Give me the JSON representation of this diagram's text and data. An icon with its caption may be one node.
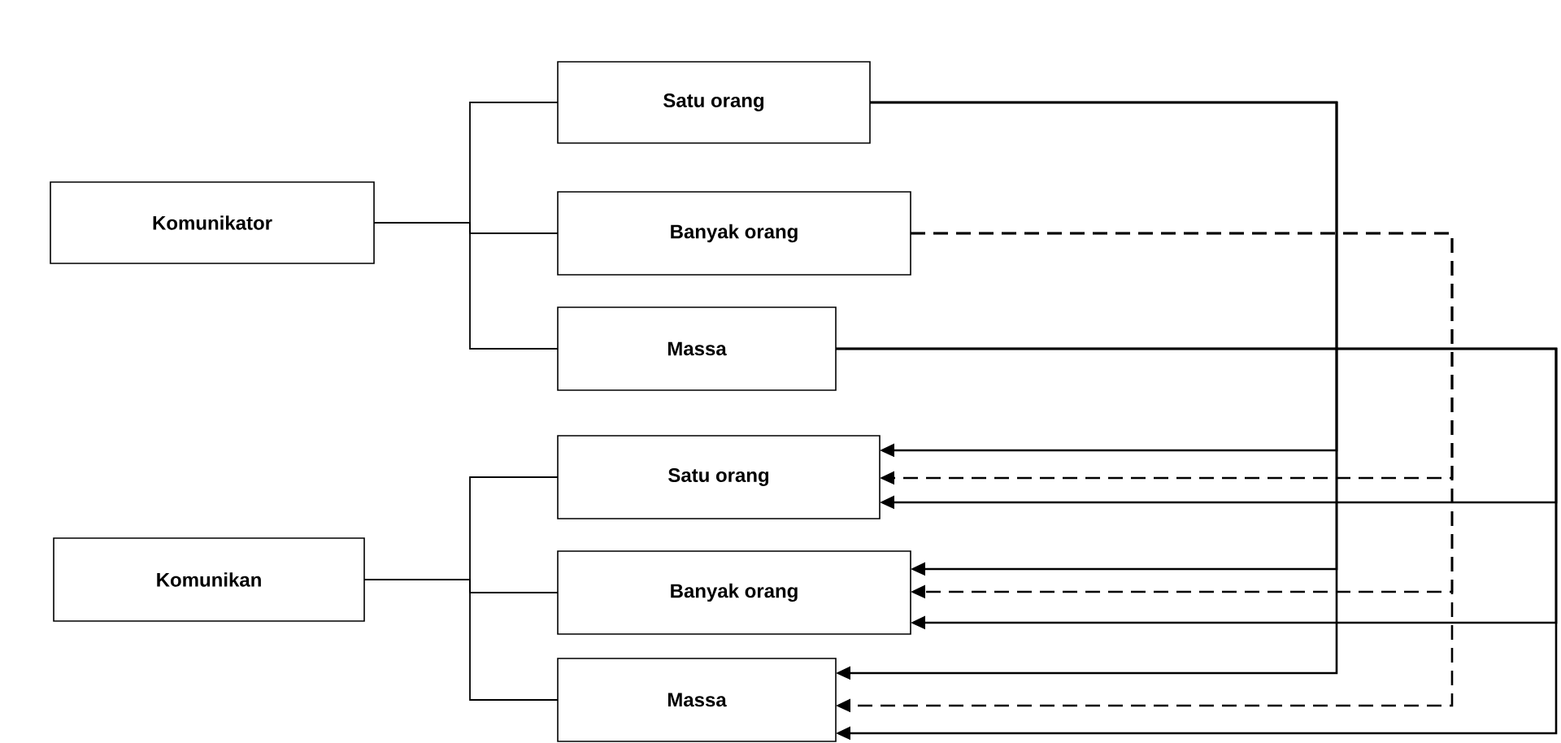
{
  "diagram": {
    "nodes": [
      {
        "text": [
          "Komunikator"
        ]
      },
      {
        "text": [
          "Satu orang"
        ]
      },
      {
        "text": [
          "Banyak orang"
        ]
      },
      {
        "text": [
          "Massa"
        ]
      },
      {
        "text": [
          "Komunikan"
        ]
      },
      {
        "text": [
          "Satu orang"
        ]
      },
      {
        "text": [
          "Banyak orang"
        ]
      },
      {
        "text": [
          "Massa"
        ]
      }
    ],
    "edges": [
      {
        "from": 0,
        "to": 1,
        "arrow": "none"
      },
      {
        "from": 0,
        "to": 2,
        "arrow": "none"
      },
      {
        "from": 0,
        "to": 3,
        "arrow": "none"
      },
      {
        "from": 4,
        "to": 5,
        "arrow": "none"
      },
      {
        "from": 4,
        "to": 6,
        "arrow": "none"
      },
      {
        "from": 4,
        "to": 7,
        "arrow": "none"
      },
      {
        "from": 1,
        "to": 5,
        "arrow": "to"
      },
      {
        "from": 1,
        "to": 6,
        "arrow": "to"
      },
      {
        "from": 1,
        "to": 7,
        "arrow": "to"
      },
      {
        "from": 2,
        "to": 5,
        "arrow": "to",
        "style": "dashed"
      },
      {
        "from": 2,
        "to": 6,
        "arrow": "to",
        "style": "dashed"
      },
      {
        "from": 2,
        "to": 7,
        "arrow": "to",
        "style": "dashed"
      },
      {
        "from": 3,
        "to": 5,
        "arrow": "to"
      },
      {
        "from": 3,
        "to": 6,
        "arrow": "to"
      },
      {
        "from": 3,
        "to": 7,
        "arrow": "to"
      }
    ]
  }
}
